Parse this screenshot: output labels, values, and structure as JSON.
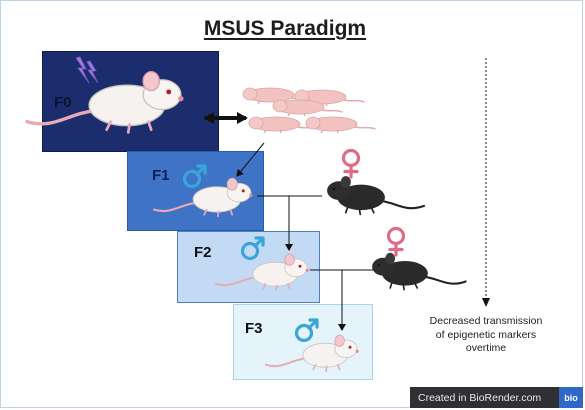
{
  "title": "MSUS Paradigm",
  "generations": {
    "f0": "F0",
    "f1": "F1",
    "f2": "F2",
    "f3": "F3"
  },
  "symbols": {
    "male": "♂",
    "female": "♀"
  },
  "caption": "Decreased transmission of epigenetic markers overtime",
  "badge": {
    "text": "Created in BioRender.com",
    "logo": "bio"
  },
  "colors": {
    "f0_box": "#1c2d6e",
    "f1_box": "#3f73c6",
    "f2_box": "#c3daf4",
    "f3_box": "#e5f3fb",
    "male_symbol": "#3aa6d8",
    "female_symbol": "#e06b86",
    "stress_bolt": "#a07bd9"
  },
  "icons": [
    "lightning-icon",
    "white-mouse-icon",
    "black-mouse-icon",
    "pup-icon",
    "male-icon",
    "female-icon"
  ]
}
